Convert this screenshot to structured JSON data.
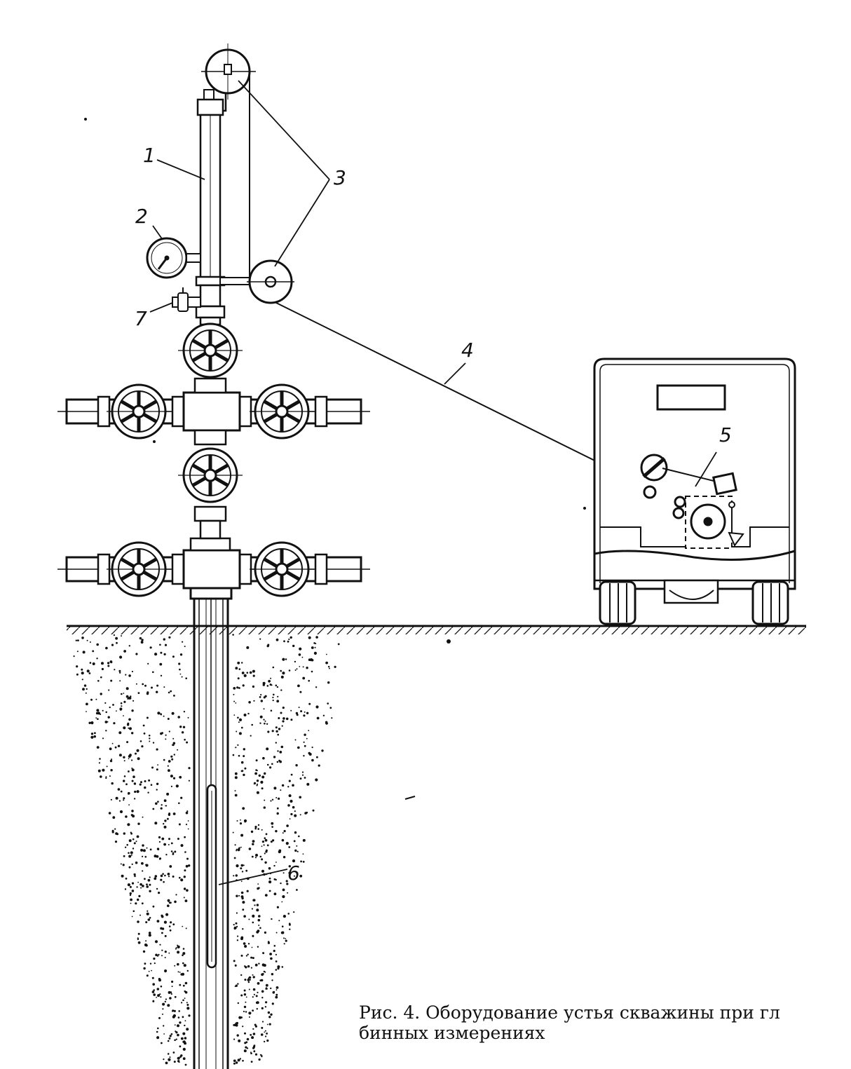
{
  "figure": {
    "callouts": {
      "c1": "1",
      "c2": "2",
      "c3": "3",
      "c4": "4",
      "c5": "5",
      "c6": "6",
      "c7": "7"
    },
    "caption_line1": "Рис. 4. Оборудование устья скважины при гл",
    "caption_line2": "бинных измерениях"
  },
  "colors": {
    "ink": "#111111",
    "paper": "#ffffff"
  }
}
